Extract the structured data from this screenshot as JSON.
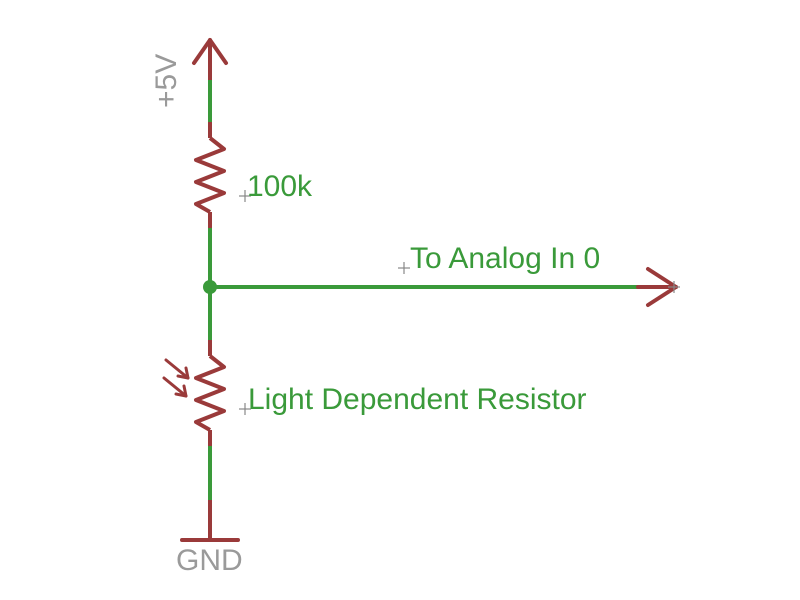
{
  "colors": {
    "wire": "#3a9a3a",
    "component": "#9a3a3a",
    "text_green": "#3a9a3a",
    "text_gray": "#9a9a9a",
    "origin_mark": "#888888"
  },
  "labels": {
    "supply": "+5V",
    "resistor_value": "100k",
    "output": "To Analog In 0",
    "sensor": "Light Dependent Resistor",
    "ground": "GND"
  },
  "icons": {
    "supply_symbol": "up-arrow-icon",
    "output_symbol": "right-arrow-icon",
    "resistor_symbol": "zigzag-resistor-icon",
    "ldr_light": "light-arrows-icon",
    "ground_symbol": "ground-bar-icon",
    "junction": "junction-dot-icon"
  }
}
